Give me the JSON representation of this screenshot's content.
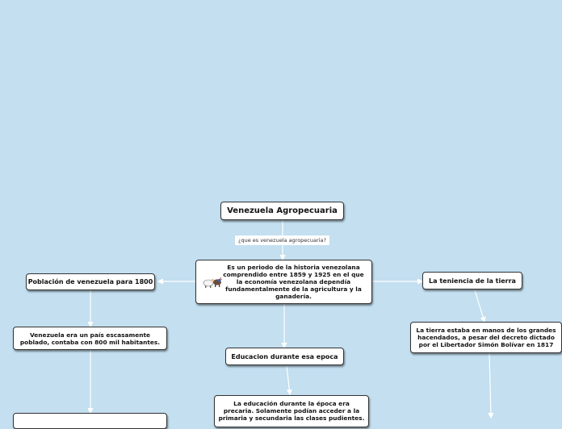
{
  "colors": {
    "background": "#c3dff0",
    "node_fill": "#ffffff",
    "node_border": "#333333",
    "connector": "#ffffff"
  },
  "nodes": {
    "root": "Venezuela Agropecuaria",
    "connector_label": "¿que es venezuela agropecuaria?",
    "definition": "Es un periodo de la historia venezolana comprendido entre 1859 y 1925 en el que la economía venezolana dependía fundamentalmente de la agricultura y la ganadería.",
    "poblacion": "Población de venezuela para 1800",
    "poblacion_detail": "Venezuela era un país escasamente poblado, contaba con 800 mil habitantes.",
    "educacion": "Educacion durante esa epoca",
    "educacion_detail": "La educación durante la época era precaria. Solamente podían acceder a la primaria y secundaria las clases pudientes.",
    "tenencia": "La teniencia de la tierra",
    "tenencia_detail": "La tierra estaba en manos de los grandes hacendados, a pesar del decreto dictado por el Libertador Simón Bolívar en 1817"
  },
  "icons": {
    "definition_icon": "cow-icon"
  }
}
